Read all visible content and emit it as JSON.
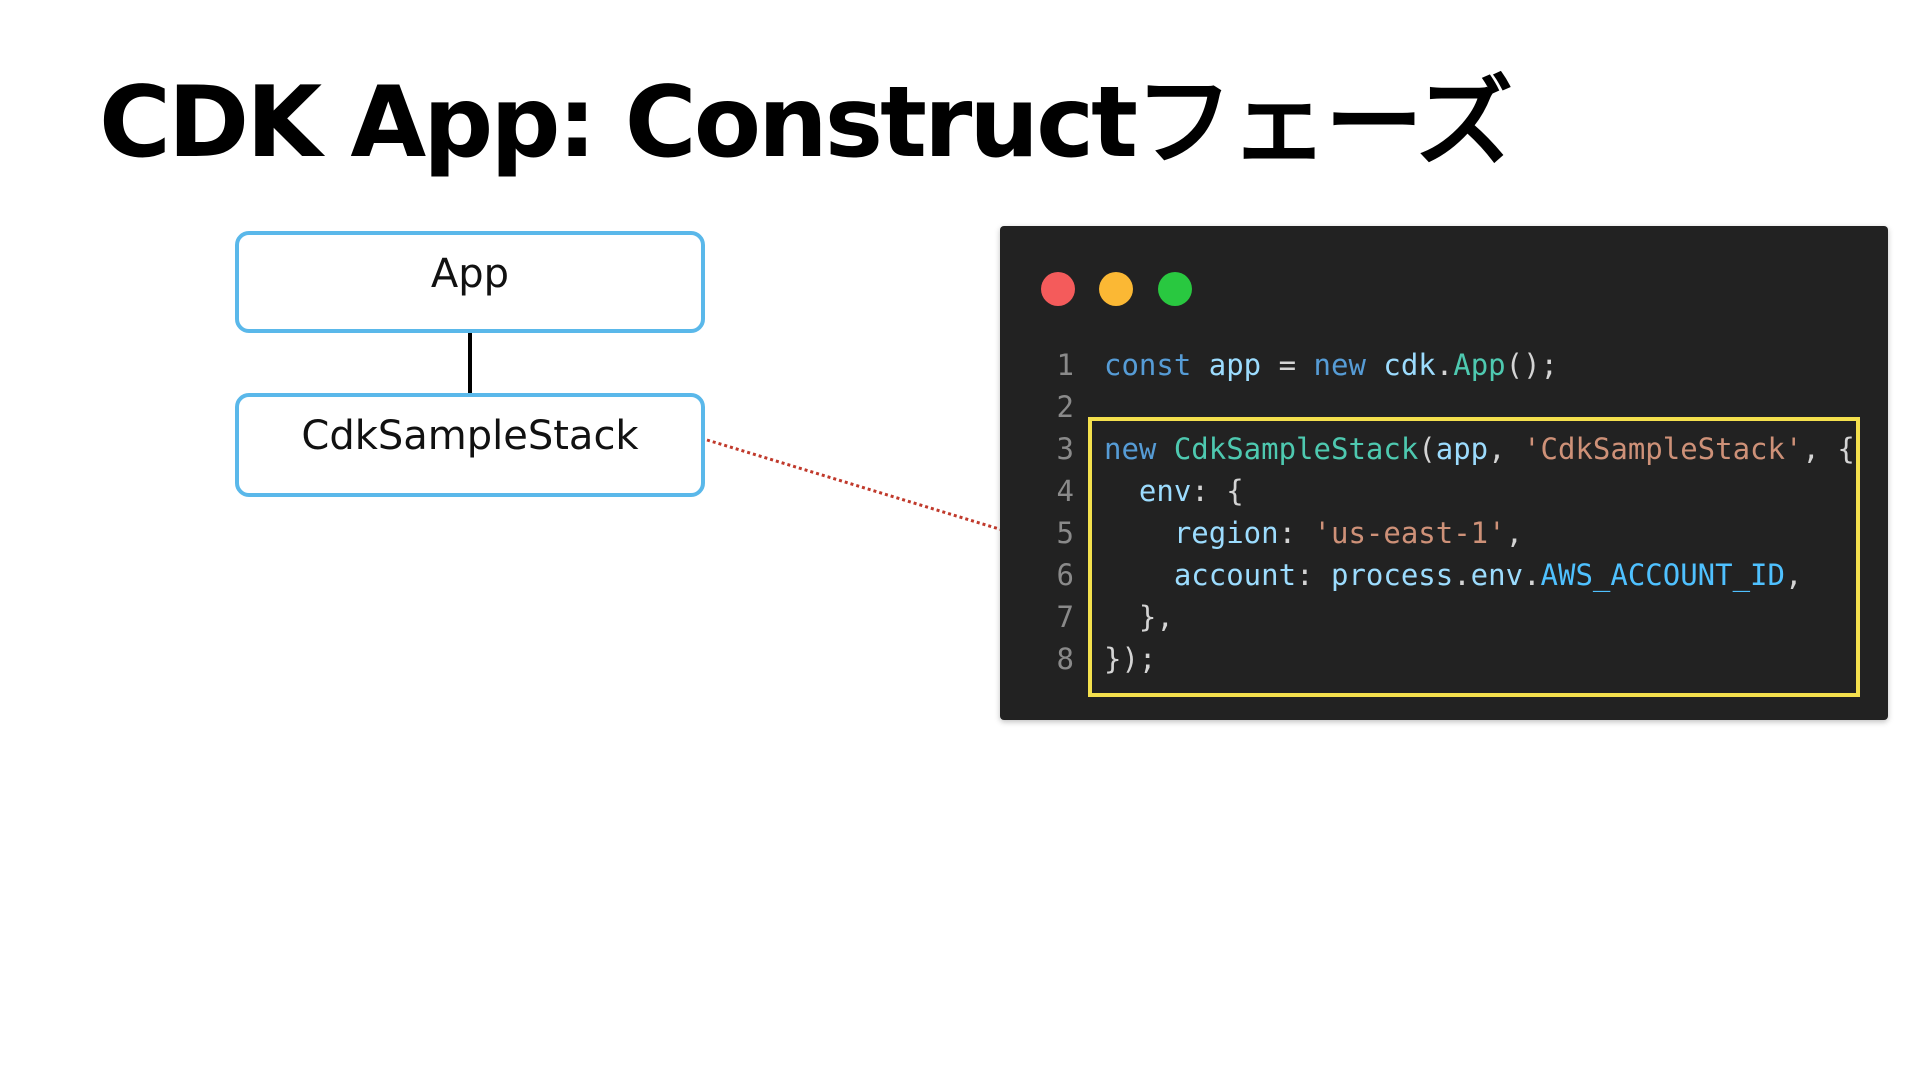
{
  "title": "CDK App: Constructフェーズ",
  "tree": {
    "root": "App",
    "child": "CdkSampleStack"
  },
  "colors": {
    "node_border": "#5ab8ea",
    "connector_dotted": "#c0392b",
    "editor_bg": "#222222",
    "highlight_border": "#f4e04d",
    "traffic_red": "#f45b5b",
    "traffic_yellow": "#fbb834",
    "traffic_green": "#29c840"
  },
  "editor": {
    "highlight_lines": [
      3,
      8
    ],
    "lines": [
      {
        "number": "1",
        "tokens": [
          {
            "text": "const ",
            "kind": "kw"
          },
          {
            "text": "app",
            "kind": "var"
          },
          {
            "text": " = ",
            "kind": "plain"
          },
          {
            "text": "new ",
            "kind": "kw"
          },
          {
            "text": "cdk",
            "kind": "var"
          },
          {
            "text": ".",
            "kind": "plain"
          },
          {
            "text": "App",
            "kind": "cls"
          },
          {
            "text": "();",
            "kind": "plain"
          }
        ]
      },
      {
        "number": "2",
        "tokens": []
      },
      {
        "number": "3",
        "tokens": [
          {
            "text": "new ",
            "kind": "kw"
          },
          {
            "text": "CdkSampleStack",
            "kind": "cls"
          },
          {
            "text": "(",
            "kind": "plain"
          },
          {
            "text": "app",
            "kind": "var"
          },
          {
            "text": ", ",
            "kind": "plain"
          },
          {
            "text": "'CdkSampleStack'",
            "kind": "str"
          },
          {
            "text": ", {",
            "kind": "plain"
          }
        ]
      },
      {
        "number": "4",
        "tokens": [
          {
            "text": "  ",
            "kind": "plain"
          },
          {
            "text": "env",
            "kind": "var"
          },
          {
            "text": ": {",
            "kind": "plain"
          }
        ]
      },
      {
        "number": "5",
        "tokens": [
          {
            "text": "    ",
            "kind": "plain"
          },
          {
            "text": "region",
            "kind": "var"
          },
          {
            "text": ": ",
            "kind": "plain"
          },
          {
            "text": "'us-east-1'",
            "kind": "str"
          },
          {
            "text": ",",
            "kind": "plain"
          }
        ]
      },
      {
        "number": "6",
        "tokens": [
          {
            "text": "    ",
            "kind": "plain"
          },
          {
            "text": "account",
            "kind": "var"
          },
          {
            "text": ": ",
            "kind": "plain"
          },
          {
            "text": "process",
            "kind": "var"
          },
          {
            "text": ".",
            "kind": "plain"
          },
          {
            "text": "env",
            "kind": "var"
          },
          {
            "text": ".",
            "kind": "plain"
          },
          {
            "text": "AWS_ACCOUNT_ID",
            "kind": "const"
          },
          {
            "text": ",",
            "kind": "plain"
          }
        ]
      },
      {
        "number": "7",
        "tokens": [
          {
            "text": "  },",
            "kind": "plain"
          }
        ]
      },
      {
        "number": "8",
        "tokens": [
          {
            "text": "});",
            "kind": "plain"
          }
        ]
      }
    ]
  }
}
